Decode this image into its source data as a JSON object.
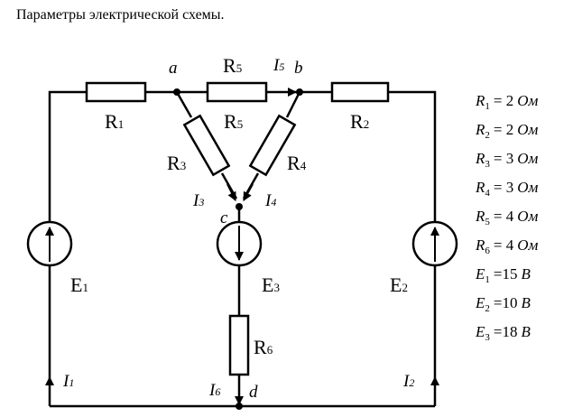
{
  "heading": "Параметры электрической схемы.",
  "components": {
    "R1": {
      "letter": "R",
      "index": "1"
    },
    "R2": {
      "letter": "R",
      "index": "2"
    },
    "R3": {
      "letter": "R",
      "index": "3"
    },
    "R4": {
      "letter": "R",
      "index": "4"
    },
    "R5_top": {
      "letter": "R",
      "index": "5"
    },
    "R5_bottom": {
      "letter": "R",
      "index": "5"
    },
    "R6": {
      "letter": "R",
      "index": "6"
    },
    "E1": {
      "letter": "E",
      "index": "1"
    },
    "E2": {
      "letter": "E",
      "index": "2"
    },
    "E3": {
      "letter": "E",
      "index": "3"
    }
  },
  "nodes": {
    "a": "a",
    "b": "b",
    "c": "c",
    "d": "d"
  },
  "currents": {
    "I1": {
      "letter": "I",
      "index": "1"
    },
    "I2": {
      "letter": "I",
      "index": "2"
    },
    "I3": {
      "letter": "I",
      "index": "3"
    },
    "I4": {
      "letter": "I",
      "index": "4"
    },
    "I5": {
      "letter": "I",
      "index": "5"
    },
    "I6": {
      "letter": "I",
      "index": "6"
    }
  },
  "parameters": [
    {
      "symbol": "R",
      "index": "1",
      "value": "= 2",
      "unit": "Ом"
    },
    {
      "symbol": "R",
      "index": "2",
      "value": "= 2",
      "unit": "Ом"
    },
    {
      "symbol": "R",
      "index": "3",
      "value": "= 3",
      "unit": "Ом"
    },
    {
      "symbol": "R",
      "index": "4",
      "value": "= 3",
      "unit": "Ом"
    },
    {
      "symbol": "R",
      "index": "5",
      "value": "= 4",
      "unit": "Ом"
    },
    {
      "symbol": "R",
      "index": "6",
      "value": "= 4",
      "unit": "Ом"
    },
    {
      "symbol": "E",
      "index": "1",
      "value": "=15",
      "unit": "В"
    },
    {
      "symbol": "E",
      "index": "2",
      "value": "=10",
      "unit": "В"
    },
    {
      "symbol": "E",
      "index": "3",
      "value": "=18",
      "unit": "В"
    }
  ]
}
